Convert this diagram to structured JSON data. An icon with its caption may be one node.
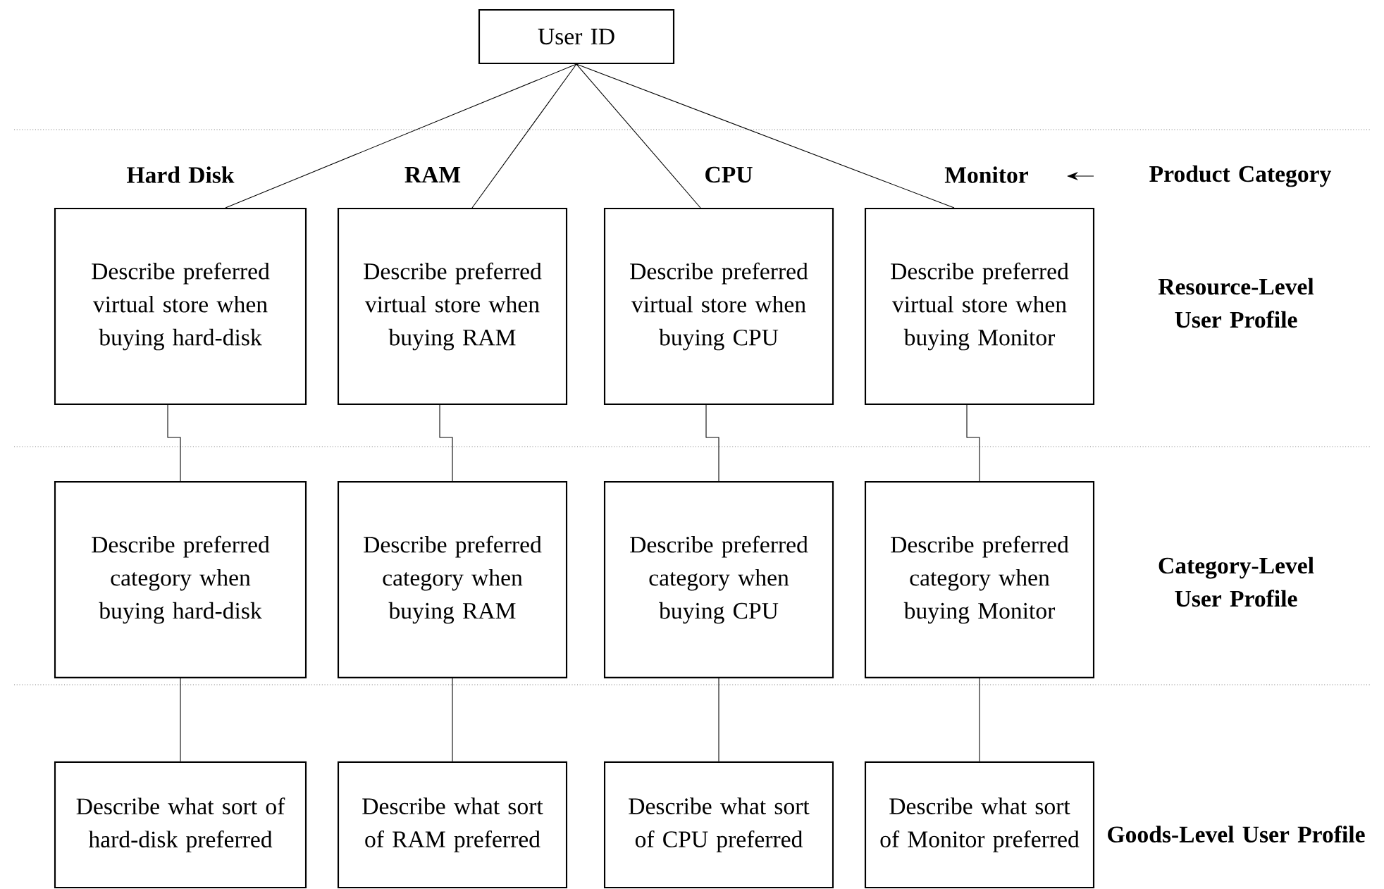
{
  "diagram": {
    "nodes": [
      {
        "text": [
          "User ID"
        ]
      },
      {
        "text": [
          "Describe preferred virtual store when buying hard-disk"
        ],
        "beside": [
          "Hard Disk"
        ]
      },
      {
        "text": [
          "Describe preferred virtual store when buying RAM"
        ],
        "beside": [
          "RAM"
        ]
      },
      {
        "text": [
          "Describe preferred virtual store when buying CPU"
        ],
        "beside": [
          "CPU"
        ]
      },
      {
        "text": [
          "Describe preferred virtual store when buying Monitor"
        ],
        "beside": [
          "Monitor"
        ]
      },
      {
        "text": [
          "Describe preferred category when buying hard-disk"
        ]
      },
      {
        "text": [
          "Describe preferred category when buying RAM"
        ]
      },
      {
        "text": [
          "Describe preferred category when buying CPU"
        ]
      },
      {
        "text": [
          "Describe preferred category when buying Monitor"
        ]
      },
      {
        "text": [
          "Describe what sort of hard-disk preferred"
        ]
      },
      {
        "text": [
          "Describe what sort of RAM preferred"
        ]
      },
      {
        "text": [
          "Describe what sort of CPU preferred"
        ]
      },
      {
        "text": [
          "Describe what sort of Monitor preferred"
        ]
      }
    ],
    "edges": [
      {
        "from": 0,
        "to": 1,
        "arrow": "none"
      },
      {
        "from": 0,
        "to": 2,
        "arrow": "none"
      },
      {
        "from": 0,
        "to": 3,
        "arrow": "none"
      },
      {
        "from": 0,
        "to": 4,
        "arrow": "none"
      },
      {
        "from": 1,
        "to": 5,
        "arrow": "none"
      },
      {
        "from": 2,
        "to": 6,
        "arrow": "none"
      },
      {
        "from": 3,
        "to": 7,
        "arrow": "none"
      },
      {
        "from": 4,
        "to": 8,
        "arrow": "none"
      },
      {
        "from": 5,
        "to": 9,
        "arrow": "none"
      },
      {
        "from": 6,
        "to": 10,
        "arrow": "none"
      },
      {
        "from": 7,
        "to": 11,
        "arrow": "none"
      },
      {
        "from": 8,
        "to": 12,
        "arrow": "none"
      }
    ],
    "labels": [
      "Product Category",
      "Resource-Level User Profile",
      "Category-Level User Profile",
      "Goods-Level User Profile"
    ]
  }
}
